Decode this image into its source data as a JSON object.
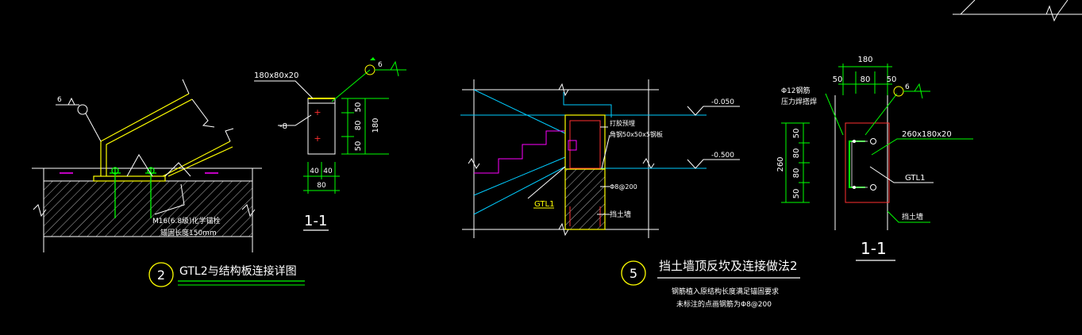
{
  "colors": {
    "background": "#000000",
    "line_white": "#ffffff",
    "line_yellow": "#ffff00",
    "line_green": "#00ff00",
    "line_cyan": "#00ccff",
    "line_magenta": "#ff00ff",
    "line_red": "#ff3030",
    "line_blue": "#3050ff"
  },
  "detail_left": {
    "weld_size": "6",
    "anchor_note_1": "M16(6.8级)化学锚栓",
    "anchor_note_2": "锚固长度150mm",
    "marker_number": "2",
    "title": "GTL2与结构板连接详图"
  },
  "section_left": {
    "plate_spec": "180x80x20",
    "thickness": "-8",
    "weld_size": "6",
    "dim_50_top": "50",
    "dim_80": "80",
    "dim_50_bottom": "50",
    "dim_total": "180",
    "dim_40": "40",
    "dim_40b": "40",
    "dim_width": "80",
    "section_label": "1-1"
  },
  "detail_right": {
    "elev_top": "-0.050",
    "elev_bottom": "-0.500",
    "rebar_note": "打胶预埋",
    "angle_note": "角钢50x50x5钢板",
    "beam_label": "GTL1",
    "stirrup_note": "Φ8@200",
    "wall_label": "挡土墙",
    "marker_number": "5",
    "title": "挡土墙顶反坎及连接做法2",
    "note_1": "钢筋植入原结构长度满足锚固要求",
    "note_2": "未标注的点画钢筋为Φ8@200"
  },
  "section_right": {
    "dim_total_width": "180",
    "dim_50_left": "50",
    "dim_80": "80",
    "dim_50_right": "50",
    "rebar_note_1": "Φ12钢筋",
    "rebar_note_2": "压力焊搭焊",
    "weld_size": "6",
    "plate_spec": "260x180x20",
    "beam_label": "GTL1",
    "wall_label": "挡土墙",
    "dim_v_50_top": "50",
    "dim_v_80_a": "80",
    "dim_v_80_b": "80",
    "dim_v_50_bottom": "50",
    "dim_v_total": "260",
    "section_label": "1-1"
  }
}
